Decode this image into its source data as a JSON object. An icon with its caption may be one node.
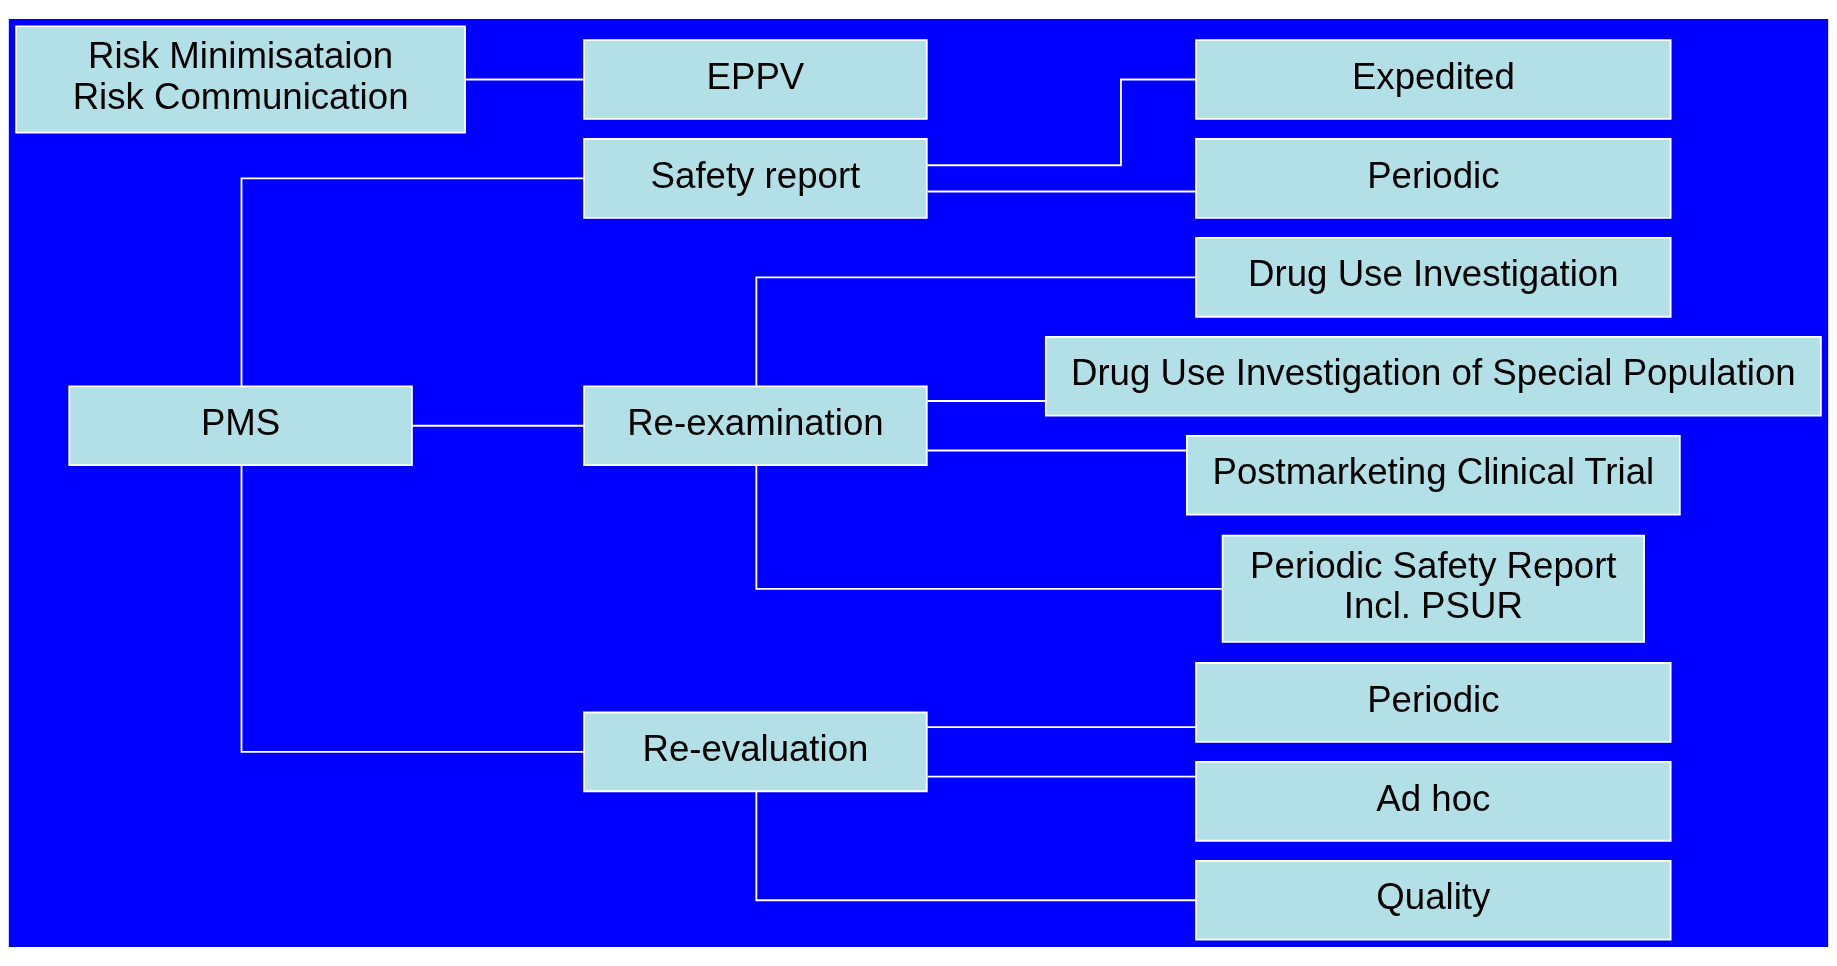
{
  "diagram": {
    "nodes": [
      {
        "text": [
          "PMS"
        ]
      },
      {
        "text": [
          "Safety report"
        ]
      },
      {
        "text": [
          "Re-examination"
        ]
      },
      {
        "text": [
          "Re-evaluation"
        ]
      },
      {
        "text": [
          "Expedited"
        ]
      },
      {
        "text": [
          "Periodic"
        ]
      },
      {
        "text": [
          "Drug Use Investigation"
        ]
      },
      {
        "text": [
          "Drug Use Investigation of Special Population"
        ]
      },
      {
        "text": [
          "Postmarketing Clinical Trial"
        ]
      },
      {
        "text": [
          "Periodic Safety Report",
          "Incl. PSUR"
        ]
      },
      {
        "text": [
          "Periodic"
        ]
      },
      {
        "text": [
          "Ad hoc"
        ]
      },
      {
        "text": [
          "Quality"
        ]
      },
      {
        "text": [
          "Risk Minimisataion",
          "Risk Communication"
        ]
      },
      {
        "text": [
          "EPPV"
        ]
      }
    ],
    "edges": [
      {
        "from": 0,
        "to": 1,
        "arrow": "none"
      },
      {
        "from": 0,
        "to": 2,
        "arrow": "none"
      },
      {
        "from": 0,
        "to": 3,
        "arrow": "none"
      },
      {
        "from": 1,
        "to": 4,
        "arrow": "none"
      },
      {
        "from": 1,
        "to": 5,
        "arrow": "none"
      },
      {
        "from": 2,
        "to": 6,
        "arrow": "none"
      },
      {
        "from": 2,
        "to": 7,
        "arrow": "none"
      },
      {
        "from": 2,
        "to": 8,
        "arrow": "none"
      },
      {
        "from": 2,
        "to": 9,
        "arrow": "none"
      },
      {
        "from": 3,
        "to": 10,
        "arrow": "none"
      },
      {
        "from": 3,
        "to": 11,
        "arrow": "none"
      },
      {
        "from": 3,
        "to": 12,
        "arrow": "none"
      },
      {
        "from": 13,
        "to": 14,
        "arrow": "none"
      }
    ]
  }
}
